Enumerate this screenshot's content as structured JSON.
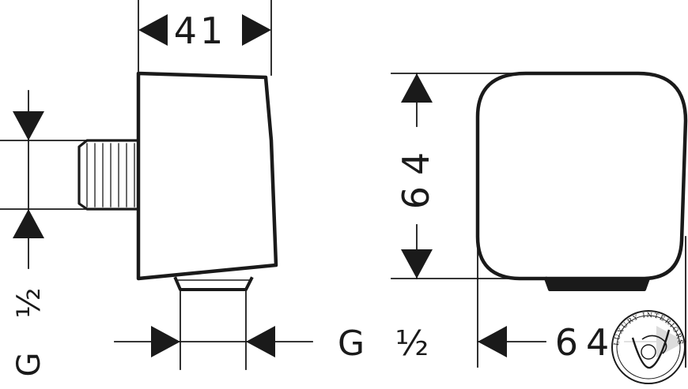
{
  "diagram": {
    "colors": {
      "line": "#1a1a1a",
      "background": "#ffffff"
    },
    "side_view": {
      "width_dimension": "41",
      "thread_dimension_vertical": {
        "prefix": "G",
        "value": "½"
      },
      "outlet_dimension": {
        "prefix": "G",
        "value": "½"
      }
    },
    "front_view": {
      "height_dimension": "64",
      "width_dimension": "64"
    },
    "watermark": {
      "text": "LUXURY INTERIORS",
      "icon": "monogram-logo-icon"
    }
  }
}
